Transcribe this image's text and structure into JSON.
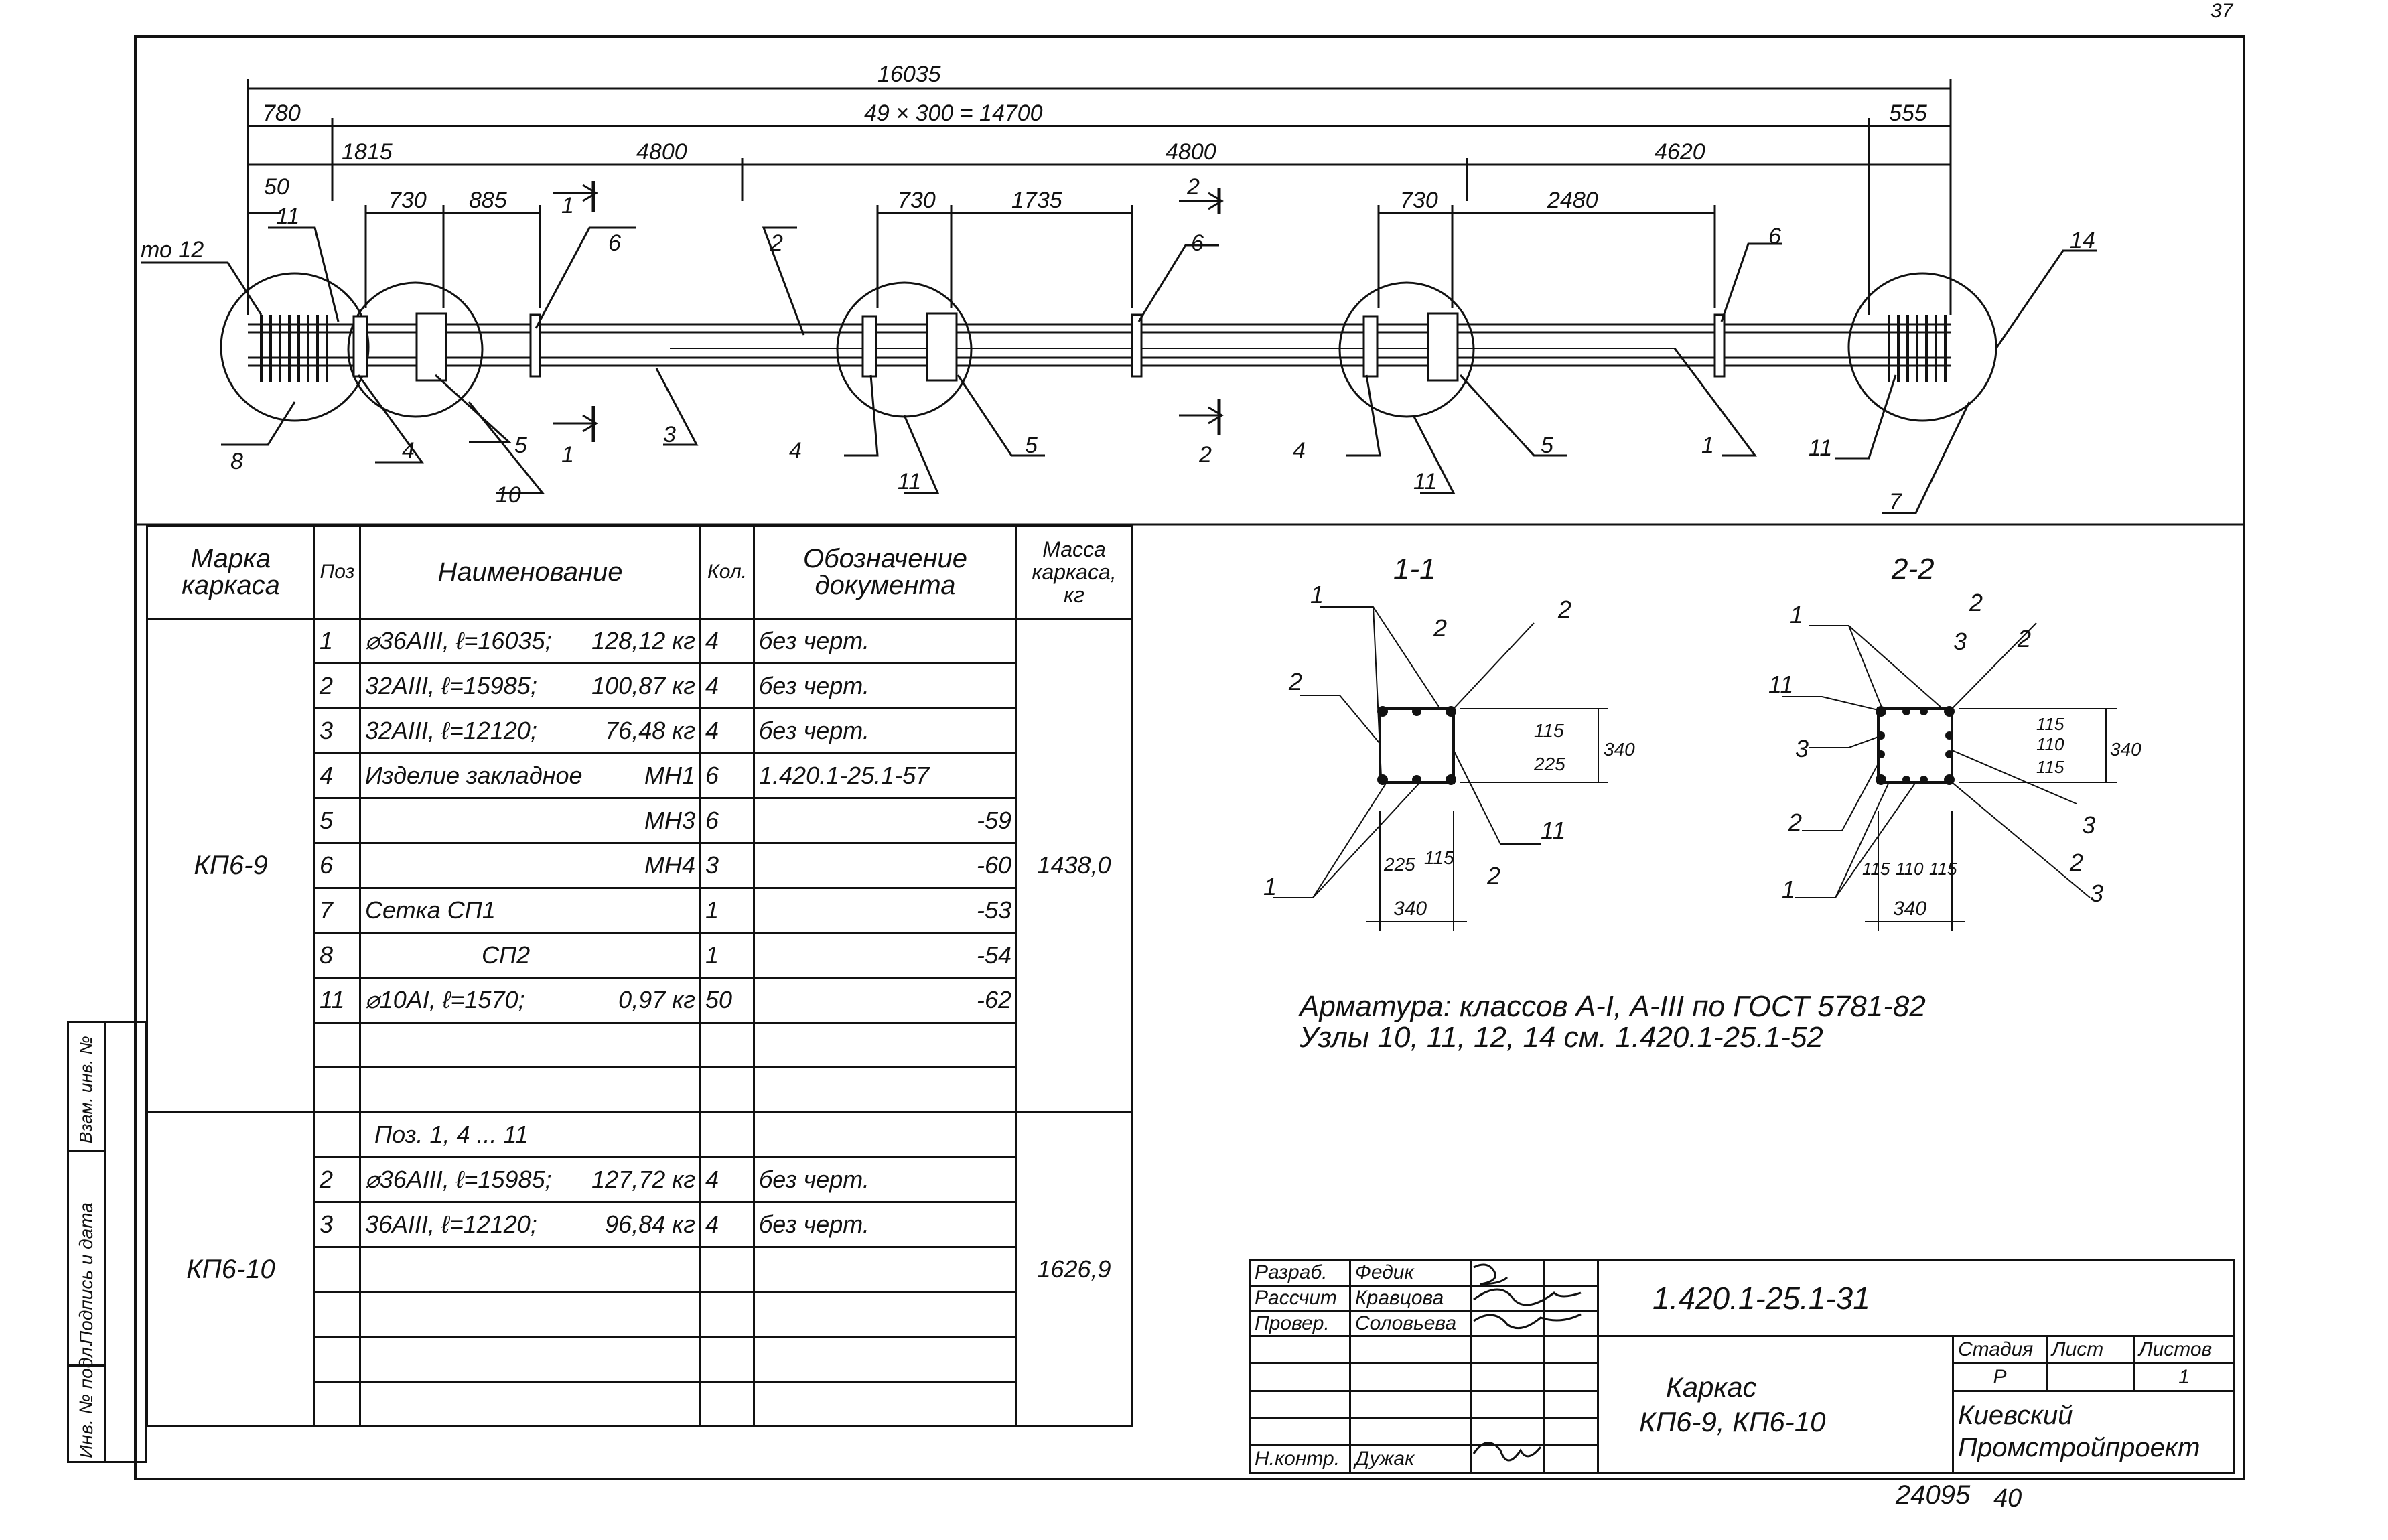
{
  "page": {
    "corner_mark": "37",
    "bottom_number": "24095",
    "bottom_sheet_num": "40"
  },
  "drawing": {
    "dims": {
      "overall": "16035",
      "left_end": "780",
      "pitch": "49 × 300 = 14700",
      "right_end": "555",
      "d1815": "1815",
      "d4800a": "4800",
      "d4800b": "4800",
      "d4620": "4620",
      "d50": "50",
      "d730a": "730",
      "d885": "885",
      "d730b": "730",
      "d1735": "1735",
      "d730c": "730",
      "d2480": "2480"
    },
    "leaders": {
      "to12": "то 12",
      "l11a": "11",
      "l8": "8",
      "l4a": "4",
      "l5a": "5",
      "l10": "10",
      "l6a": "6",
      "l2": "2",
      "l3": "3",
      "l4b": "4",
      "l11b": "11",
      "l5b": "5",
      "l6b": "6",
      "l4c": "4",
      "l11c": "11",
      "l5c": "5",
      "l6c": "6",
      "l1": "1",
      "l11d": "11",
      "l7": "7",
      "l14": "14"
    },
    "section_marks": {
      "s1_top": "1",
      "s1_bottom": "1",
      "s2_top": "2",
      "s2_bottom": "2"
    }
  },
  "sections": {
    "s11": {
      "title": "1-1",
      "labels": [
        "1",
        "2",
        "2",
        "2",
        "11",
        "1",
        "2"
      ],
      "dims": [
        "115",
        "225",
        "340",
        "225",
        "115",
        "340"
      ]
    },
    "s22": {
      "title": "2-2",
      "labels": [
        "1",
        "2",
        "11",
        "3",
        "2",
        "3",
        "2",
        "1",
        "3",
        "2",
        "3"
      ],
      "dims": [
        "115",
        "110",
        "115",
        "340",
        "115",
        "110",
        "115",
        "340"
      ]
    }
  },
  "notes": {
    "line1": "Арматура: классов А-I, А-III по ГОСТ 5781-82",
    "line2": "Узлы 10, 11, 12, 14 см. 1.420.1-25.1-52"
  },
  "spec": {
    "headers": {
      "mark": "Марка каркаса",
      "pos": "Поз",
      "name": "Наименование",
      "qty": "Кол.",
      "doc": "Обозначение документа",
      "mass": "Масса каркаса, кг"
    },
    "group1": {
      "mark": "КП6-9",
      "mass": "1438,0",
      "rows": [
        {
          "pos": "1",
          "name": "⌀36АIII, ℓ=16035;",
          "w": "128,12 кг",
          "qty": "4",
          "doc": "без черт."
        },
        {
          "pos": "2",
          "name": "32АIII, ℓ=15985;",
          "w": "100,87 кг",
          "qty": "4",
          "doc": "без черт."
        },
        {
          "pos": "3",
          "name": "32АIII, ℓ=12120;",
          "w": "76,48 кг",
          "qty": "4",
          "doc": "без черт."
        },
        {
          "pos": "4",
          "name": "Изделие закладное",
          "w": "МН1",
          "qty": "6",
          "doc": "1.420.1-25.1-57"
        },
        {
          "pos": "5",
          "name": "",
          "w": "МН3",
          "qty": "6",
          "doc": "-59"
        },
        {
          "pos": "6",
          "name": "",
          "w": "МН4",
          "qty": "3",
          "doc": "-60"
        },
        {
          "pos": "7",
          "name": "Сетка СП1",
          "w": "",
          "qty": "1",
          "doc": "-53"
        },
        {
          "pos": "8",
          "name": "СП2",
          "w": "",
          "qty": "1",
          "doc": "-54"
        },
        {
          "pos": "11",
          "name": "⌀10АI, ℓ=1570;",
          "w": "0,97 кг",
          "qty": "50",
          "doc": "-62"
        }
      ]
    },
    "group2": {
      "mark": "КП6-10",
      "mass": "1626,9",
      "note": "Поз. 1, 4 ... 11",
      "rows": [
        {
          "pos": "2",
          "name": "⌀36АIII, ℓ=15985;",
          "w": "127,72 кг",
          "qty": "4",
          "doc": "без черт."
        },
        {
          "pos": "3",
          "name": "36АIII, ℓ=12120;",
          "w": "96,84 кг",
          "qty": "4",
          "doc": "без черт."
        }
      ]
    }
  },
  "stamp": {
    "code": "1.420.1-25.1-31",
    "title1": "Каркас",
    "title2": "КП6-9, КП6-10",
    "razrab_label": "Разраб.",
    "razrab_name": "Федик",
    "rasschit_label": "Рассчит",
    "rasschit_name": "Кравцова",
    "prover_label": "Провер.",
    "prover_name": "Соловьева",
    "nkontr_label": "Н.контр.",
    "nkontr_name": "Дужак",
    "stage_label": "Стадия",
    "sheet_label": "Лист",
    "sheets_label": "Листов",
    "stage": "Р",
    "sheets": "1",
    "org1": "Киевский",
    "org2": "Промстройпроект"
  },
  "side": {
    "inv": "Инв. № подл.",
    "sign": "Подпись и дата",
    "zam": "Взам. инв. №"
  }
}
